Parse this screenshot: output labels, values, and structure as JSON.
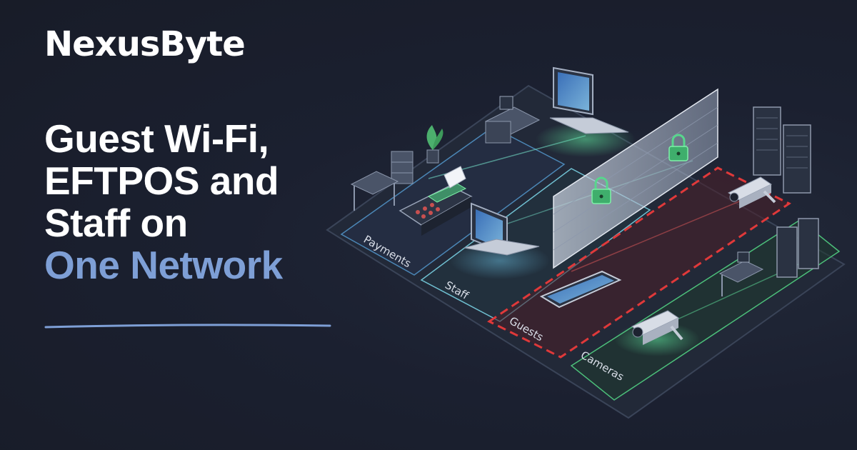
{
  "brand": {
    "name": "NexusByte"
  },
  "headline": {
    "line1": "Guest Wi-Fi,",
    "line2": "EFTPOS and",
    "line3": "Staff on",
    "accent": "One Network"
  },
  "zones": {
    "payments": "Payments",
    "staff": "Staff",
    "guests": "Guests",
    "cameras": "Cameras"
  },
  "colors": {
    "background": "#1a1e2b",
    "accent": "#7e9fd6",
    "payments_zone": "#3d7fb0",
    "staff_zone": "#6fbfd0",
    "guests_zone": "#d43b3b",
    "cameras_zone": "#4cbf7a"
  },
  "icons": [
    "firewall-icon",
    "lock-icon",
    "laptop-icon",
    "eftpos-terminal-icon",
    "smartphone-icon",
    "security-camera-icon",
    "server-rack-icon",
    "desk-icon",
    "plant-icon",
    "filing-cabinet-icon"
  ]
}
